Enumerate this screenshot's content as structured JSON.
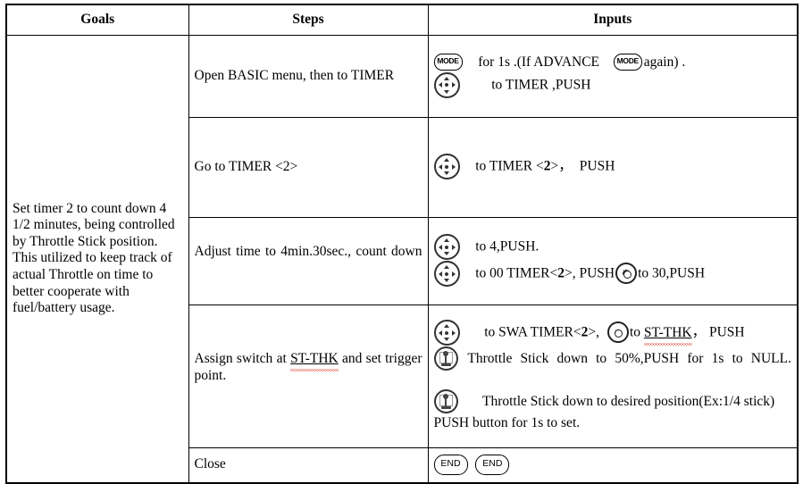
{
  "table": {
    "headers": [
      "Goals",
      "Steps",
      "Inputs"
    ],
    "goal": "Set timer 2 to count down 4 1/2 minutes, being controlled by Throttle Stick position. This utilized to keep track of actual Throttle on time to better cooperate with fuel/battery usage.",
    "rows": [
      {
        "step": "Open BASIC menu, then to TIMER",
        "inputs_line1_a": "for 1s .(If ADVANCE",
        "inputs_line1_b": "again) .",
        "inputs_line2": "to TIMER ,PUSH"
      },
      {
        "step": "Go to TIMER <2>",
        "inputs_a": "to TIMER <",
        "inputs_bold": "2",
        "inputs_b": ">",
        "inputs_c": "，",
        "inputs_d": "PUSH"
      },
      {
        "step": "Adjust time to 4min.30sec., count down",
        "inputs_line1": "to 4,PUSH.",
        "inputs_line2_a": "to 00 TIMER<",
        "inputs_line2_bold": "2",
        "inputs_line2_b": ">, PUSH",
        "inputs_line2_c": "to 30,PUSH"
      },
      {
        "step_a": "Assign switch at ",
        "step_spell": "ST-THK",
        "step_b": " and set trigger point.",
        "inputs_l1_a": "to SWA TIMER<",
        "inputs_l1_bold": "2",
        "inputs_l1_b": ">,",
        "inputs_l1_c": "to ",
        "inputs_l1_spell": "ST-THK",
        "inputs_l1_d": "，  PUSH",
        "inputs_l2": "Throttle Stick down to 50%,PUSH for 1s to NULL.",
        "inputs_l3": "Throttle Stick down to desired position(Ex:1/4 stick) PUSH button for 1s to set."
      },
      {
        "step": "Close",
        "button1": "END",
        "button2": "END"
      }
    ]
  },
  "icons": {
    "mode_label": "MODE",
    "end_label": "END",
    "dpad": "four-way-dpad-icon",
    "dial": "rotary-dial-icon",
    "stick": "throttle-stick-icon"
  }
}
